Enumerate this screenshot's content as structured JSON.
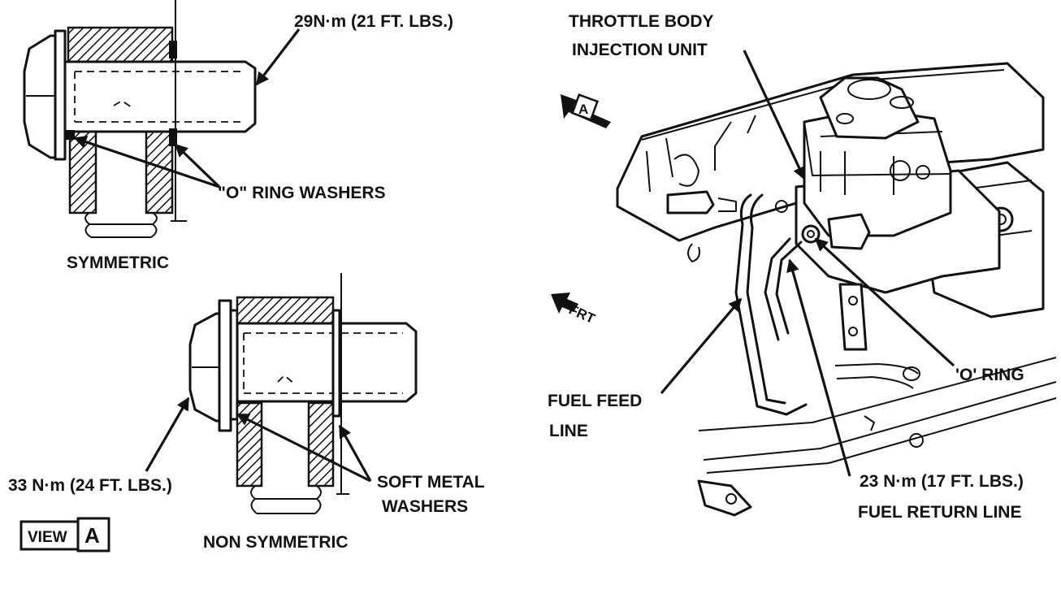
{
  "labels": {
    "symmetric_torque": "29N·m (21 FT. LBS.)",
    "o_ring_washers": "\"O\" RING WASHERS",
    "symmetric": "SYMMETRIC",
    "non_symmetric_torque": "33 N·m (24 FT. LBS.)",
    "soft_metal_washers_1": "SOFT METAL",
    "soft_metal_washers_2": "WASHERS",
    "non_symmetric": "NON SYMMETRIC",
    "view_word": "VIEW",
    "view_letter": "A",
    "throttle_body_1": "THROTTLE BODY",
    "throttle_body_2": "INJECTION UNIT",
    "view_marker_letter": "A",
    "frt": "FRT",
    "o_ring": "'O' RING",
    "fuel_feed_1": "FUEL FEED",
    "fuel_feed_2": "LINE",
    "return_torque": "23 N·m (17 FT. LBS.)",
    "fuel_return": "FUEL RETURN LINE"
  },
  "colors": {
    "ink": "#111111",
    "paper": "#ffffff"
  },
  "icons": [
    "view-a-marker-icon",
    "front-direction-arrow-icon"
  ]
}
